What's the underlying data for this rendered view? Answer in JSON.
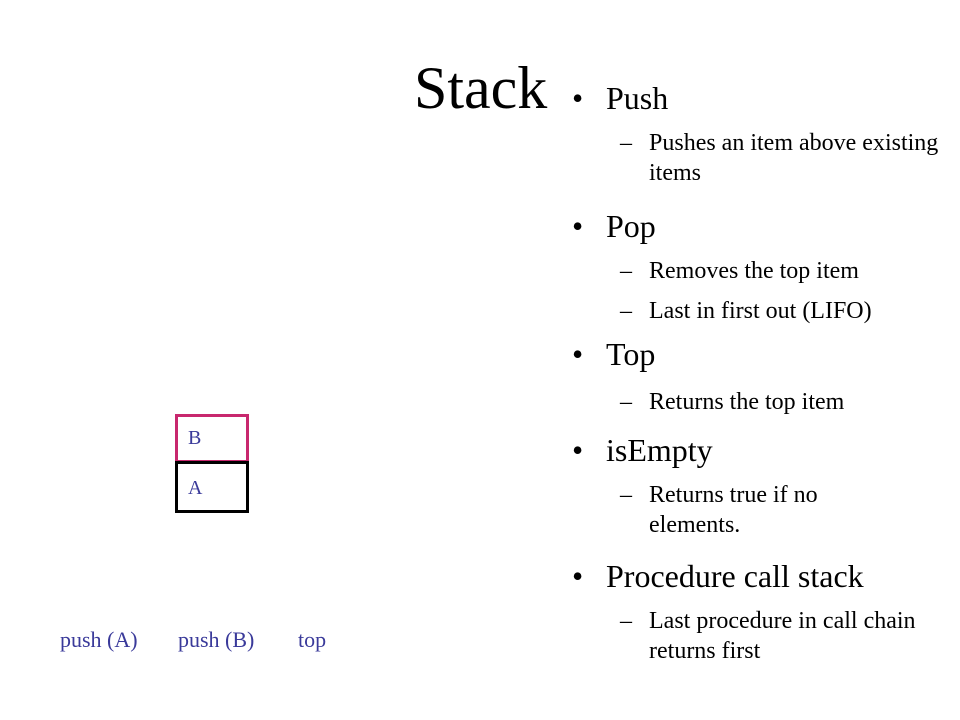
{
  "title": "Stack",
  "bullets": [
    {
      "bullet": "•",
      "label": "Push",
      "subs": [
        {
          "dash": "–",
          "text": "Pushes an item above existing items"
        }
      ]
    },
    {
      "bullet": "•",
      "label": "Pop",
      "subs": [
        {
          "dash": "–",
          "text": "Removes the top item"
        },
        {
          "dash": "–",
          "text": "Last in first out (LIFO)"
        }
      ]
    },
    {
      "bullet": "•",
      "label": "Top",
      "subs": [
        {
          "dash": "–",
          "text": "Returns the top item"
        }
      ]
    },
    {
      "bullet": "•",
      "label": "isEmpty",
      "subs": [
        {
          "dash": "–",
          "text": "Returns true if no elements."
        }
      ]
    },
    {
      "bullet": "•",
      "label": "Procedure call stack",
      "subs": [
        {
          "dash": "–",
          "text": "Last procedure in call chain returns first"
        }
      ]
    }
  ],
  "diagram": {
    "top_item": "B",
    "bottom_item": "A",
    "operations": [
      "push (A)",
      "push (B)",
      "top"
    ]
  },
  "colors": {
    "diagram_text": "#3a3a9a",
    "top_box_border": "#c8286e",
    "bottom_box_border": "#000000"
  }
}
